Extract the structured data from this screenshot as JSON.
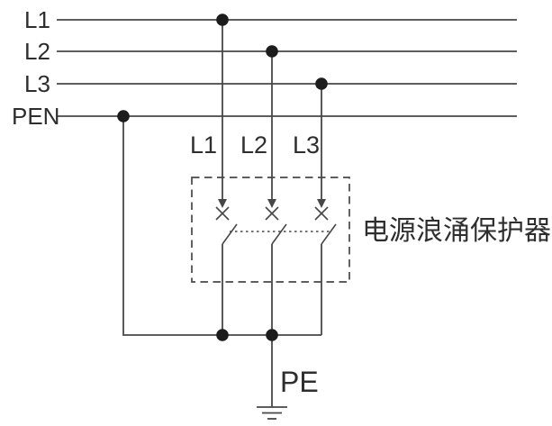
{
  "diagram": {
    "device_label": "电源浪涌保护器",
    "bus_labels": [
      "L1",
      "L2",
      "L3",
      "PEN"
    ],
    "branch_labels": [
      "L1",
      "L2",
      "L3"
    ],
    "earth_label": "PE",
    "colors": {
      "line": "#474747",
      "text": "#2e2e2e",
      "junction": "#1c1c1c",
      "background": "#ffffff"
    }
  }
}
